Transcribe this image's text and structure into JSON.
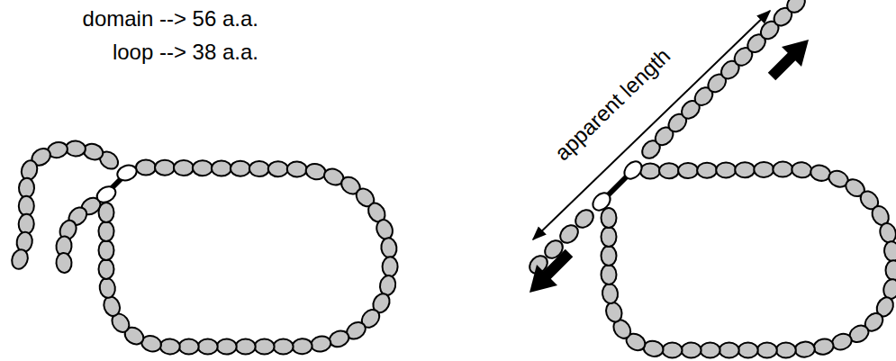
{
  "diagram": {
    "labels": [
      "domain --> 56 a.a.",
      "loop --> 38 a.a.",
      "apparent length"
    ]
  }
}
